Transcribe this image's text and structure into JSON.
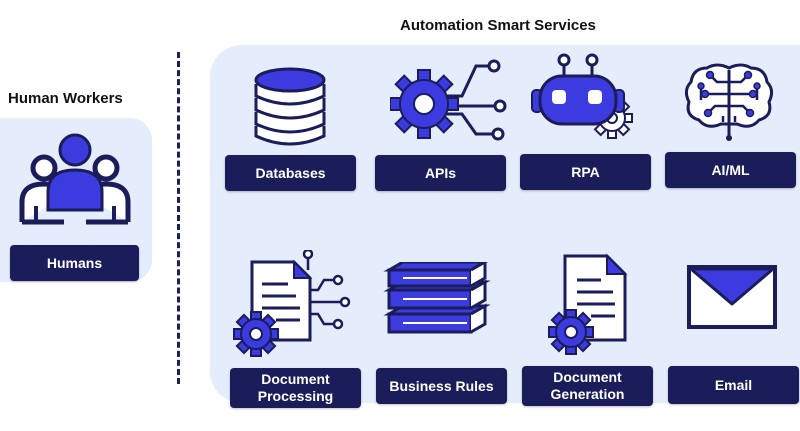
{
  "human_section": {
    "title": "Human Workers",
    "items": [
      {
        "label": "Humans",
        "icon": "people-group-icon"
      }
    ]
  },
  "automation_section": {
    "title": "Automation Smart Services",
    "items": [
      {
        "label": "Databases",
        "icon": "database-icon"
      },
      {
        "label": "APIs",
        "icon": "gear-network-icon"
      },
      {
        "label": "RPA",
        "icon": "robot-icon"
      },
      {
        "label": "AI/ML",
        "icon": "brain-circuit-icon"
      },
      {
        "label": "Document\nProcessing",
        "icon": "document-gear-network-icon"
      },
      {
        "label": "Business Rules",
        "icon": "books-icon"
      },
      {
        "label": "Document\nGeneration",
        "icon": "document-gear-icon"
      },
      {
        "label": "Email",
        "icon": "envelope-icon"
      }
    ]
  },
  "colors": {
    "navy": "#1a1d5a",
    "accent_blue": "#3b3be0",
    "panel_background": "#e5ecfb"
  }
}
